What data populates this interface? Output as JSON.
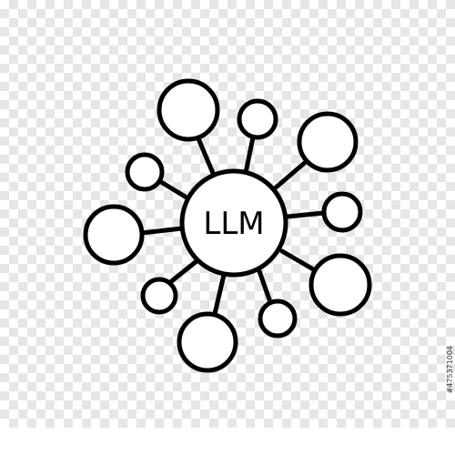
{
  "icon": {
    "name": "llm-network-icon",
    "center_label": "LLM",
    "stroke_color": "#000000",
    "fill_color": "#ffffff"
  },
  "background": {
    "pattern": "transparency-checkerboard",
    "light": "#ffffff",
    "dark": "#e6e6e6"
  },
  "watermark": {
    "stock_id": "#475371004"
  }
}
